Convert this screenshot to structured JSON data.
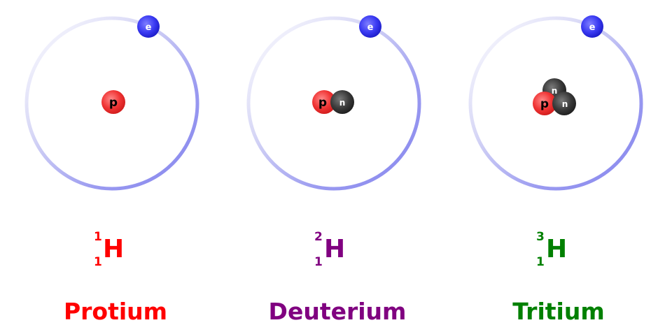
{
  "particle_labels": {
    "electron": "e",
    "proton": "p",
    "neutron": "n"
  },
  "colors": {
    "orbit": "#8f8ff2",
    "electron": "#2a2ae8",
    "proton": "#ee2a2a",
    "neutron": "#333333"
  },
  "isotopes": [
    {
      "name": "Protium",
      "symbol": "H",
      "mass_number": "1",
      "atomic_number": "1",
      "color": "#ff0000",
      "protons": 1,
      "neutrons": 0
    },
    {
      "name": "Deuterium",
      "symbol": "H",
      "mass_number": "2",
      "atomic_number": "1",
      "color": "#800080",
      "protons": 1,
      "neutrons": 1
    },
    {
      "name": "Tritium",
      "symbol": "H",
      "mass_number": "3",
      "atomic_number": "1",
      "color": "#008000",
      "protons": 1,
      "neutrons": 2
    }
  ]
}
